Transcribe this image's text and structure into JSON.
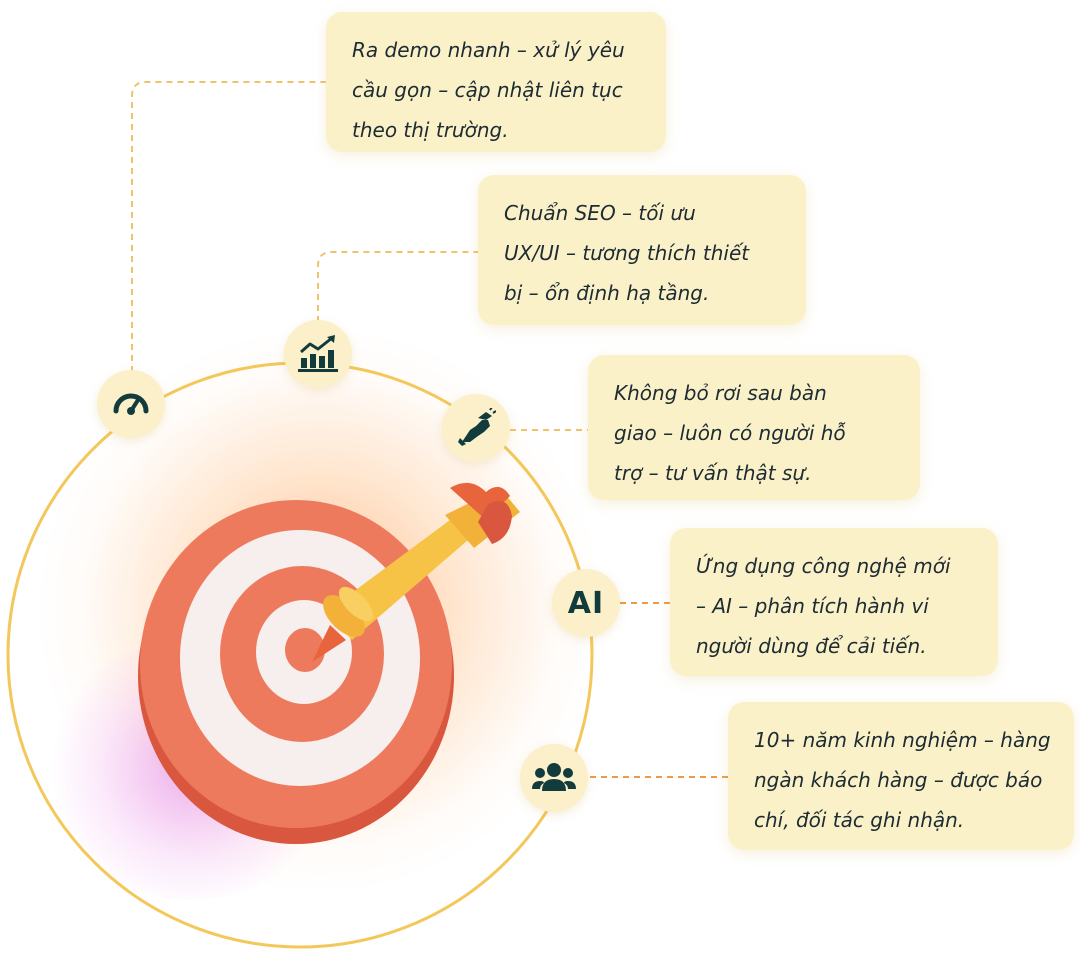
{
  "features": [
    {
      "id": "speed",
      "icon": "speedometer-icon",
      "text": "Ra demo nhanh – xử lý yêu\ncầu gọn – cập nhật liên tục\ntheo thị trường."
    },
    {
      "id": "seo",
      "icon": "growth-chart-icon",
      "text": "Chuẩn SEO – tối ưu\nUX/UI – tương thích thiết\nbị – ổn định hạ tầng."
    },
    {
      "id": "support",
      "icon": "handshake-icon",
      "text": "Không bỏ rơi sau bàn\ngiao – luôn có người hỗ\ntrợ – tư vấn thật sự."
    },
    {
      "id": "ai",
      "icon": "ai-icon",
      "icon_text": "AI",
      "text": "Ứng dụng công nghệ mới\n– AI – phân tích hành vi\nngười dùng để cải tiến."
    },
    {
      "id": "experience",
      "icon": "users-group-icon",
      "text": "10+ năm kinh nghiệm – hàng\nngàn khách hàng – được báo\nchí, đối tác ghi nhận."
    }
  ],
  "colors": {
    "card_bg": "#fbf1c8",
    "node_bg": "#fbf0c9",
    "icon": "#123c3c",
    "orbit": "#f3c75a",
    "dashed": "#eec36a",
    "dashed_orange": "#ec9a4a",
    "target_red": "#ee7a5e",
    "target_white": "#f7eeee",
    "dart_yellow": "#f6c347"
  }
}
